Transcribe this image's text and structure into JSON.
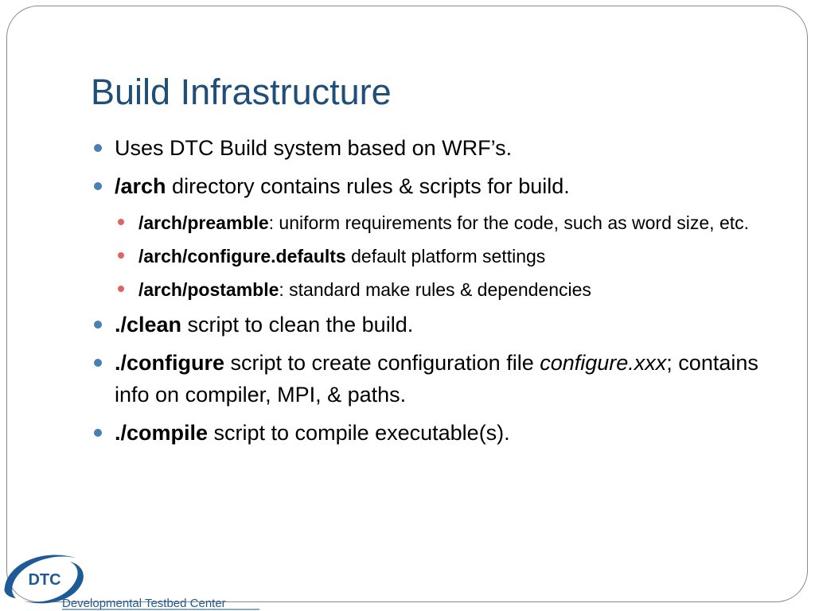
{
  "slide": {
    "title": "Build Infrastructure",
    "bullets": [
      {
        "text": "Uses DTC Build system based on WRF’s."
      },
      {
        "bold": "/arch",
        "text": " directory contains rules & scripts for build.",
        "sub": [
          {
            "bold": "/arch/preamble",
            "text": ": uniform requirements for the code, such as word size, etc."
          },
          {
            "bold": "/arch/configure.defaults",
            "text": " default platform settings"
          },
          {
            "bold": "/arch/postamble",
            "text": ": standard make rules & dependencies"
          }
        ]
      },
      {
        "bold": "./clean",
        "text": " script to clean the build."
      },
      {
        "bold": "./configure",
        "text": " script to create configuration file ",
        "italic": "configure.xxx",
        "text2": "; contains info on compiler, MPI, & paths."
      },
      {
        "bold": "./compile",
        "text": " script to compile executable(s)."
      }
    ]
  },
  "logo": {
    "abbr": "DTC",
    "name": "Developmental Testbed Center",
    "icon": "dtc-swoosh-logo",
    "primary_color": "#1e5a96"
  },
  "colors": {
    "title": "#1f4e79",
    "bullet_level1": "#4a7fb5",
    "bullet_level2": "#e06464",
    "frame_border": "#8a8a8a"
  }
}
